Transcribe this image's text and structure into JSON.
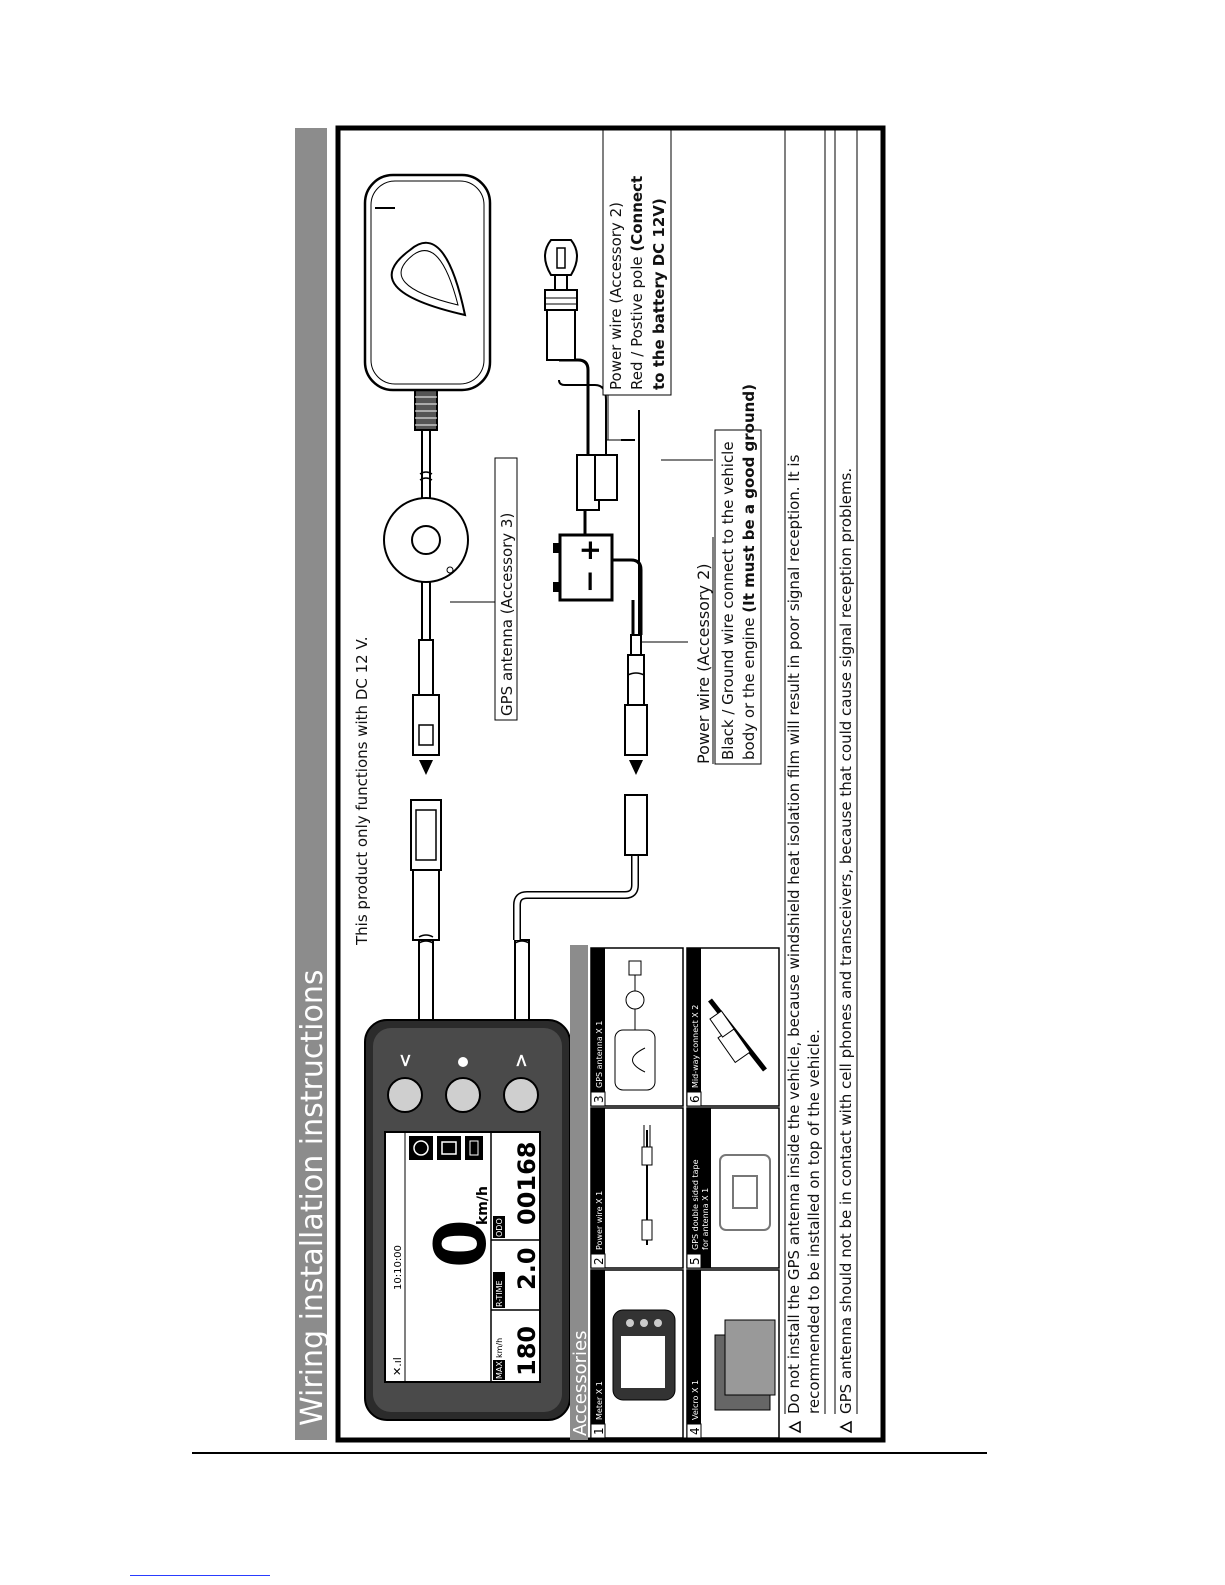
{
  "page": {
    "title": "Wiring installation instructions",
    "dc_note": "This product  only functions with DC 12 V."
  },
  "meter": {
    "time": "10:10:00",
    "speed": "0",
    "unit": "km/h",
    "max_label": "MAX",
    "max_unit": "km/h",
    "max_value": "180",
    "rtime_label": "R-TIME",
    "rtime_value": "2.0",
    "odo_label": "ODO",
    "odo_value": "00168",
    "buttons": [
      "<",
      "●",
      ">"
    ]
  },
  "labels": {
    "gps_antenna": "GPS antenna (Accessory 3)",
    "power_wire_acc2": "Power wire (Accessory 2)",
    "power_wire_detail_line1": "Power wire  (Accessory 2)",
    "power_wire_detail_line2_regular": "Red / Postive pole ",
    "power_wire_detail_line2_bold": "(Connect",
    "power_wire_detail_line3_bold": "to the battery DC 12V)",
    "ground_line1": "Black / Ground wire connect to the vehicle",
    "ground_line2_regular": "body or the engine ",
    "ground_line2_bold": "(It must be a good ground)",
    "battery_plus": "+",
    "battery_minus": "−"
  },
  "accessories": {
    "heading": "Accessories",
    "items": [
      {
        "num": "1",
        "label": "Meter X 1"
      },
      {
        "num": "2",
        "label": "Power wire X 1"
      },
      {
        "num": "3",
        "label": "GPS antenna X 1"
      },
      {
        "num": "4",
        "label": "Velcro X 1"
      },
      {
        "num": "5",
        "label": "GPS double sided tape",
        "label2": "for antenna X 1"
      },
      {
        "num": "6",
        "label": "Mid-way connect X 2"
      }
    ]
  },
  "warnings": [
    {
      "line1": "Do not install the GPS antenna inside the vehicle, because windshield heat isolation film will result in poor signal reception. It is",
      "line2": "recommended to be installed on top of the vehicle."
    },
    {
      "line1": "GPS antenna should not be in contact with cell phones and transceivers, because that could cause signal reception problems."
    }
  ]
}
